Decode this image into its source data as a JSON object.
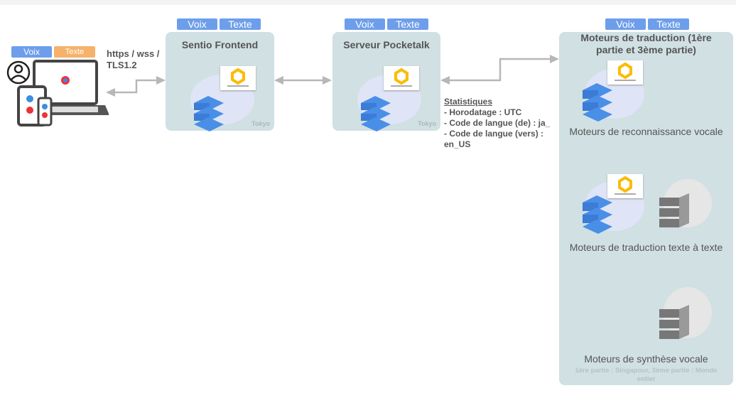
{
  "client": {
    "voice_tag": "Voix",
    "text_tag": "Texte"
  },
  "connection": {
    "protocol": "https / wss / TLS1.2"
  },
  "sentio": {
    "title": "Sentio Frontend",
    "region": "Tokyo",
    "voice_tag": "Voix",
    "text_tag": "Texte"
  },
  "pocketalk": {
    "title": "Serveur Pocketalk",
    "region": "Tokyo",
    "voice_tag": "Voix",
    "text_tag": "Texte"
  },
  "stats": {
    "heading": "Statistiques",
    "lines": [
      "- Horodatage : UTC",
      "- Code de langue (de) : ja_",
      "- Code de langue (vers) :",
      "en_US"
    ]
  },
  "engines": {
    "title": "Moteurs de traduction (1ère partie et 3ème partie)",
    "voice_tag": "Voix",
    "text_tag": "Texte",
    "items": [
      "Moteurs de reconnaissance vocale",
      "Moteurs de traduction texte à texte",
      "Moteurs de synthèse vocale"
    ],
    "footnote": "1ère partie : Singapour, 3ème partie : Monde entier"
  },
  "colors": {
    "tag_blue": "#6d9eeb",
    "tag_orange": "#f6b26b",
    "box": "#d0e0e3",
    "arrow": "#b7b7b7"
  }
}
